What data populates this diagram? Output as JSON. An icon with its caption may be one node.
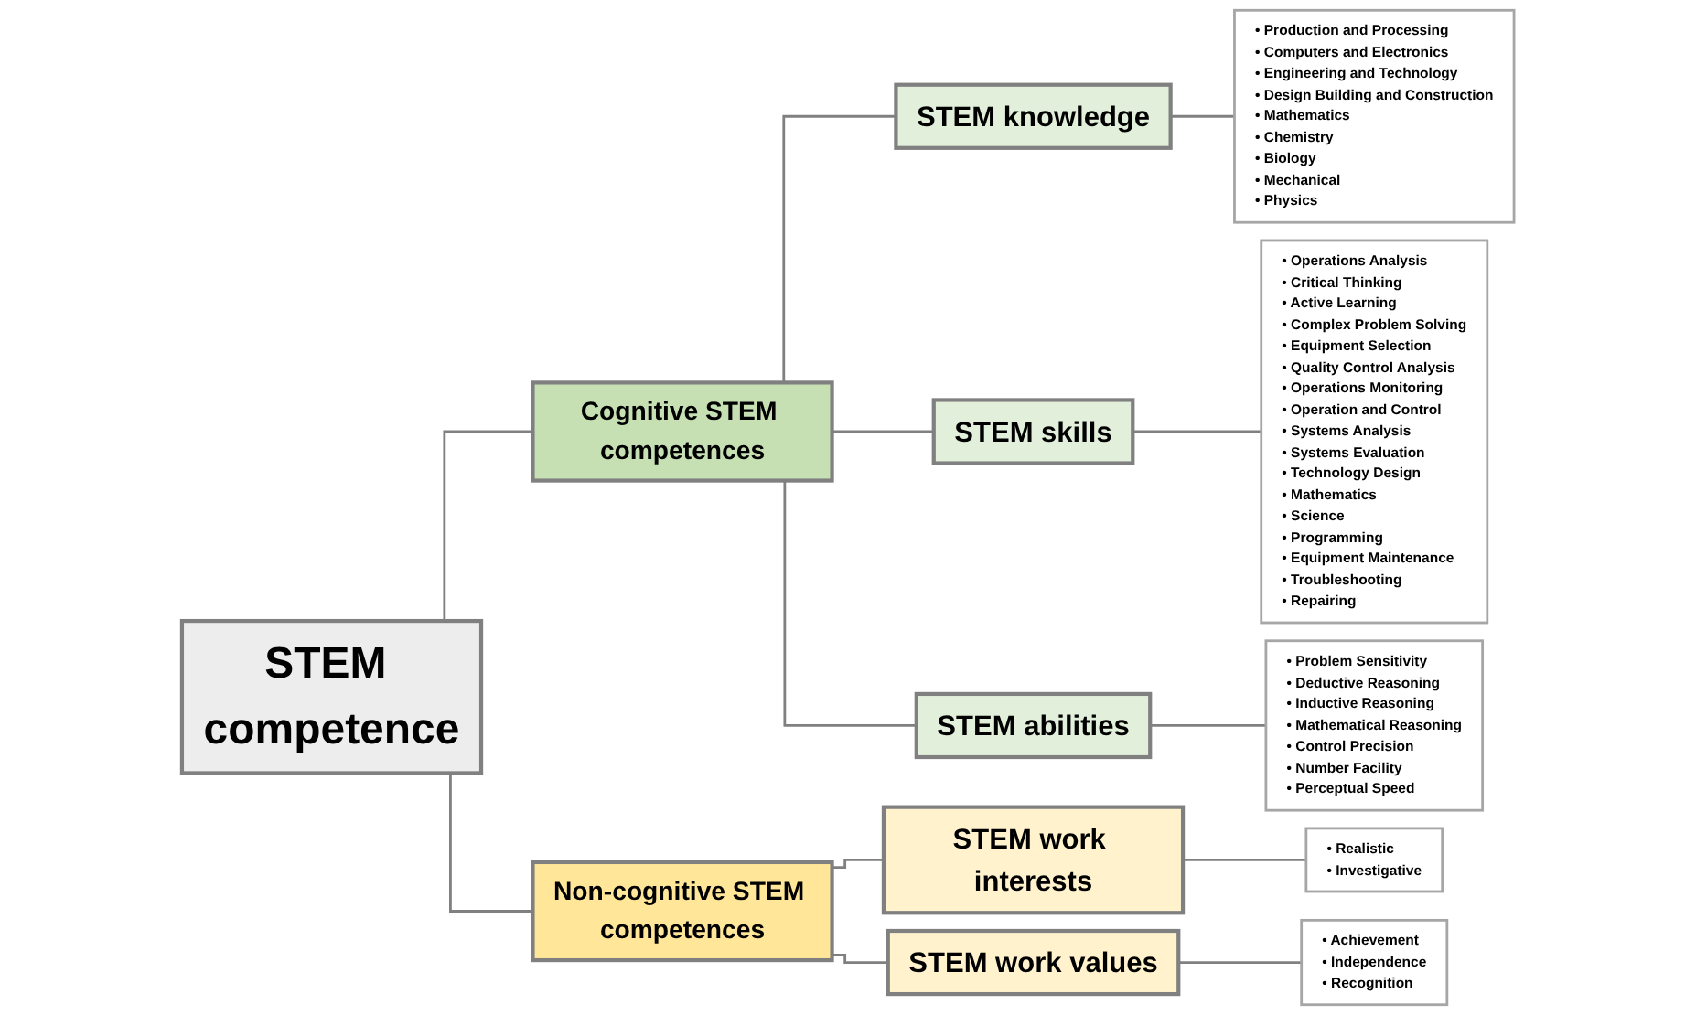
{
  "diagram": {
    "nodes": [
      {
        "text": [
          "STEM competence"
        ]
      },
      {
        "text": [
          "Cognitive STEM competences"
        ]
      },
      {
        "text": [
          "Non-cognitive STEM competences"
        ]
      },
      {
        "text": [
          "STEM knowledge"
        ]
      },
      {
        "text": [
          "STEM skills"
        ]
      },
      {
        "text": [
          "STEM abilities"
        ]
      },
      {
        "text": [
          "STEM work interests"
        ]
      },
      {
        "text": [
          "STEM work values"
        ]
      },
      {
        "text": [
          "• Production and Processing",
          "• Computers and Electronics",
          "• Engineering and Technology",
          "• Design Building and Construction",
          "• Mathematics",
          "• Chemistry",
          "• Biology",
          "• Mechanical",
          "• Physics"
        ]
      },
      {
        "text": [
          "• Operations Analysis",
          "• Critical Thinking",
          "• Active Learning",
          "• Complex Problem Solving",
          "• Equipment Selection",
          "• Quality Control Analysis",
          "• Operations Monitoring",
          "• Operation and Control",
          "• Systems Analysis",
          "• Systems Evaluation",
          "• Technology Design",
          "• Mathematics",
          "• Science",
          "• Programming",
          "• Equipment Maintenance",
          "• Troubleshooting",
          "• Repairing"
        ]
      },
      {
        "text": [
          "• Problem Sensitivity",
          "• Deductive Reasoning",
          "• Inductive Reasoning",
          "• Mathematical Reasoning",
          "• Control Precision",
          "• Number Facility",
          "• Perceptual Speed"
        ]
      },
      {
        "text": [
          "• Realistic",
          "• Investigative"
        ]
      },
      {
        "text": [
          "• Achievement",
          "• Independence",
          "• Recognition"
        ]
      }
    ],
    "edges": [
      {
        "from": 0,
        "to": 1,
        "arrow": "none"
      },
      {
        "from": 0,
        "to": 2,
        "arrow": "none"
      },
      {
        "from": 1,
        "to": 3,
        "arrow": "none"
      },
      {
        "from": 1,
        "to": 4,
        "arrow": "none"
      },
      {
        "from": 1,
        "to": 5,
        "arrow": "none"
      },
      {
        "from": 2,
        "to": 6,
        "arrow": "none"
      },
      {
        "from": 2,
        "to": 7,
        "arrow": "none"
      },
      {
        "from": 3,
        "to": 8,
        "arrow": "none"
      },
      {
        "from": 4,
        "to": 9,
        "arrow": "none"
      },
      {
        "from": 5,
        "to": 10,
        "arrow": "none"
      },
      {
        "from": 6,
        "to": 11,
        "arrow": "none"
      },
      {
        "from": 7,
        "to": 12,
        "arrow": "none"
      }
    ]
  }
}
